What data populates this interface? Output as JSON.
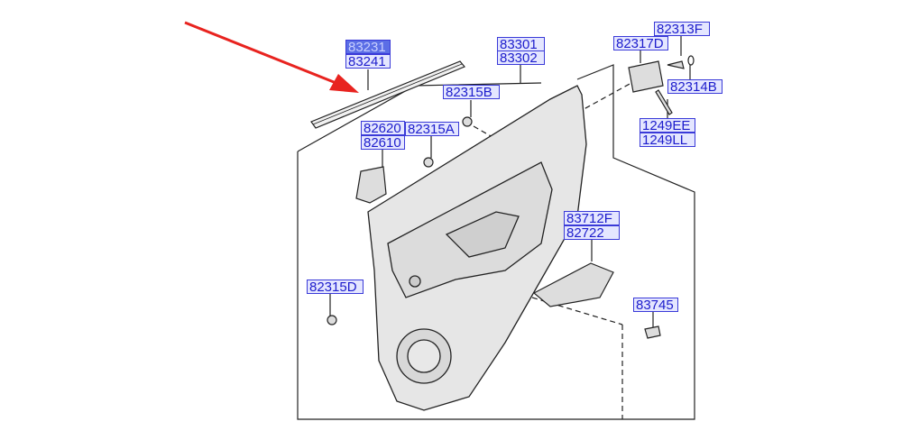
{
  "callouts": {
    "c83231": "83231",
    "c83241": "83241",
    "c83301": "83301",
    "c83302": "83302",
    "c82315B": "82315B",
    "c82620": "82620",
    "c82610": "82610",
    "c82315A": "82315A",
    "c82317D": "82317D",
    "c82313F": "82313F",
    "c82314B": "82314B",
    "c1249EE": "1249EE",
    "c1249LL": "1249LL",
    "c83712F": "83712F",
    "c82722": "82722",
    "c82315D": "82315D",
    "c83745": "83745"
  },
  "highlighted_callout": "83231",
  "colors": {
    "label_text": "#1c1ccc",
    "label_bg": "#e4e6ff",
    "highlight": "#5b6ee6",
    "arrow": "#e8231f"
  }
}
